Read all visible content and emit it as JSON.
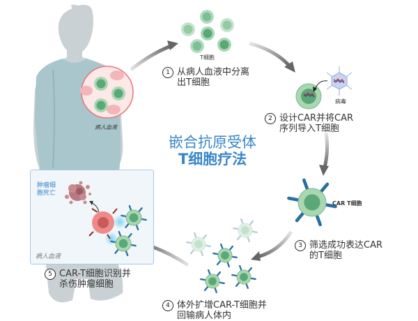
{
  "title": {
    "line1": "嵌合抗原受体",
    "line2": "T细胞疗法"
  },
  "labels": {
    "patient_blood": "病人血液",
    "t_cells": "T细胞",
    "virus": "病毒",
    "car_t_cell": "CAR T细胞",
    "tumor_death_1": "肿瘤细",
    "tumor_death_2": "胞死亡",
    "panel_blood": "病人血液"
  },
  "steps": [
    {
      "num": "1",
      "line1": "从病人血液中分离",
      "line2": "出T细胞"
    },
    {
      "num": "2",
      "line1": "设计CAR并将CAR",
      "line2": "序列导入T细胞"
    },
    {
      "num": "3",
      "line1": "筛选成功表达CAR",
      "line2": "的T细胞"
    },
    {
      "num": "4",
      "line1": "体外扩增CAR-T细胞并",
      "line2": "回输病人体内"
    },
    {
      "num": "5",
      "line1": "CAR-T细胞识别并",
      "line2": "杀伤肿瘤细胞"
    }
  ],
  "colors": {
    "title": "#3a86c8",
    "tcell": "#5aa878",
    "tumor": "#e87878",
    "receptor": "#2a6e9e",
    "arrow": "#6d6d6d"
  }
}
